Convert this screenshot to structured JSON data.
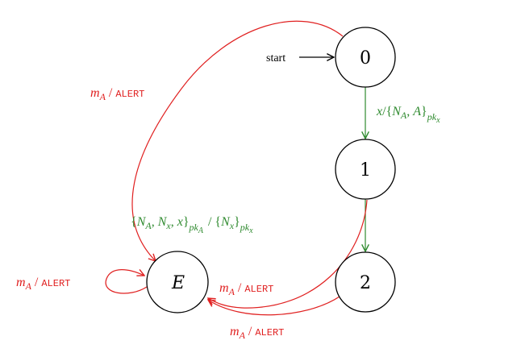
{
  "diagram": {
    "states": [
      {
        "id": "0",
        "label": "0",
        "italic": false
      },
      {
        "id": "1",
        "label": "1",
        "italic": false
      },
      {
        "id": "2",
        "label": "2",
        "italic": false
      },
      {
        "id": "E",
        "label": "E",
        "italic": true
      }
    ],
    "start_label": "start",
    "colors": {
      "alert": "#e02020",
      "normal": "#2f8a2f",
      "node": "#000000"
    },
    "labels": {
      "m": "m",
      "A": "A",
      "slash": "/",
      "alert": "ALERT",
      "x": "x",
      "lbrace": "{",
      "rbrace": "}",
      "comma": ",",
      "N": "N",
      "pk": "pk"
    }
  }
}
